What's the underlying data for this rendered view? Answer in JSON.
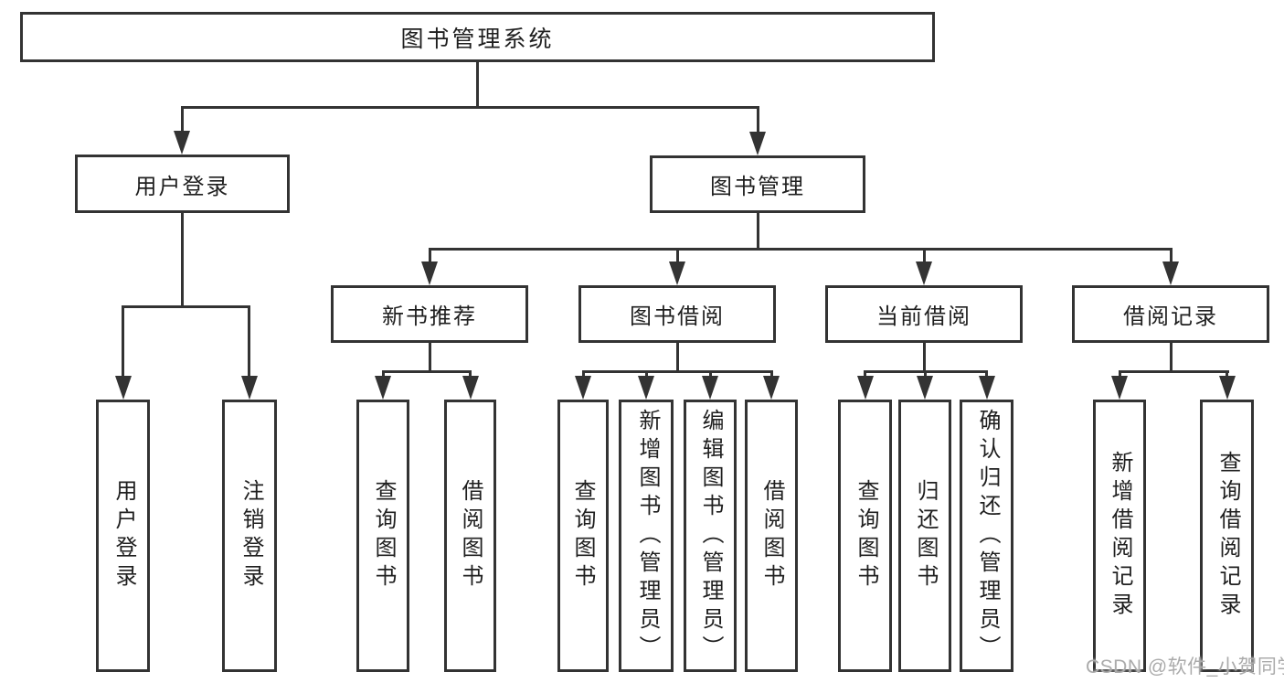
{
  "tree": {
    "label": "图书管理系统",
    "children": [
      {
        "label": "用户登录",
        "children": [
          {
            "label": "用户登录"
          },
          {
            "label": "注销登录"
          }
        ]
      },
      {
        "label": "图书管理",
        "children": [
          {
            "label": "新书推荐",
            "children": [
              {
                "label": "查询图书"
              },
              {
                "label": "借阅图书"
              }
            ]
          },
          {
            "label": "图书借阅",
            "children": [
              {
                "label": "查询图书"
              },
              {
                "label": "新增图书（管理员）"
              },
              {
                "label": "编辑图书（管理员）"
              },
              {
                "label": "借阅图书"
              }
            ]
          },
          {
            "label": "当前借阅",
            "children": [
              {
                "label": "查询图书"
              },
              {
                "label": "归还图书"
              },
              {
                "label": "确认归还（管理员）"
              }
            ]
          },
          {
            "label": "借阅记录",
            "children": [
              {
                "label": "新增借阅记录"
              },
              {
                "label": "查询借阅记录"
              }
            ]
          }
        ]
      }
    ]
  },
  "watermark": {
    "text": "CSDN @软件_小贺同学"
  },
  "colors": {
    "line": "#333333",
    "box-border": "#333333",
    "box-bg": "#ffffff",
    "text": "#1f1f1f",
    "watermark": "#ababab",
    "bg": "#ffffff"
  }
}
